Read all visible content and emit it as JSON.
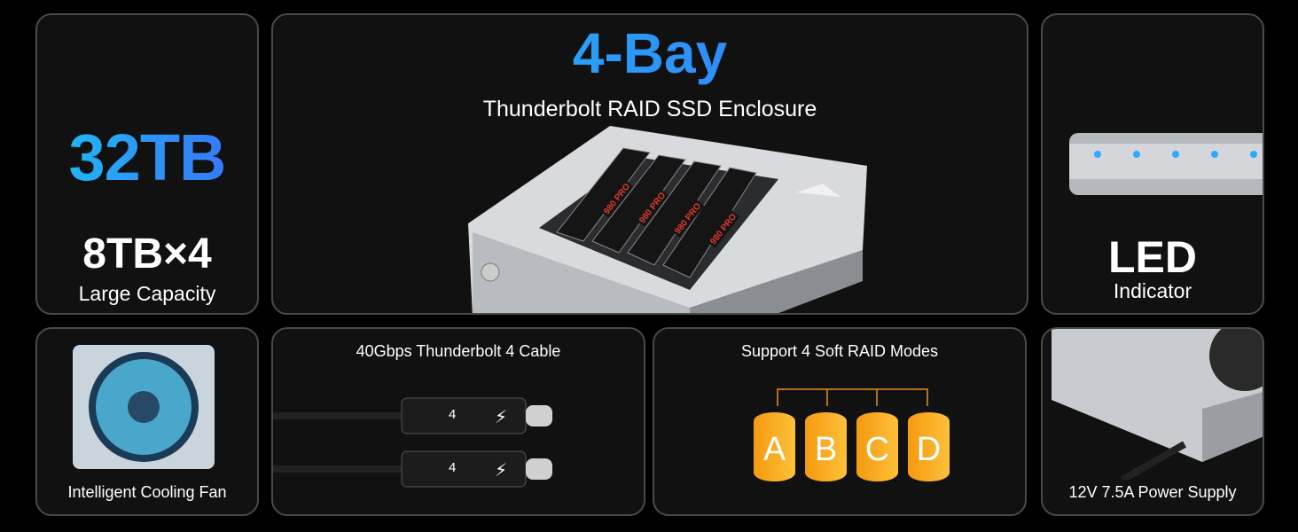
{
  "capacity": {
    "headline": "32TB",
    "config": "8TB×4",
    "caption": "Large Capacity"
  },
  "hero": {
    "title": "4-Bay",
    "subtitle": "Thunderbolt RAID SSD Enclosure",
    "ssd_label": "980 PRO"
  },
  "led": {
    "title": "LED",
    "caption": "Indicator",
    "led_color": "#2fa8ff"
  },
  "cooling": {
    "caption": "Intelligent Cooling Fan"
  },
  "cable": {
    "caption": "40Gbps Thunderbolt 4 Cable",
    "connector_mark": "4"
  },
  "raid": {
    "caption": "Support 4 Soft RAID Modes",
    "drives": [
      "A",
      "B",
      "C",
      "D"
    ],
    "drive_color": "#f5a31a"
  },
  "power": {
    "caption": "12V 7.5A Power Supply"
  },
  "colors": {
    "accent_gradient_start": "#1ec0f5",
    "accent_gradient_end": "#3a6dfa",
    "panel_bg": "#111111"
  }
}
